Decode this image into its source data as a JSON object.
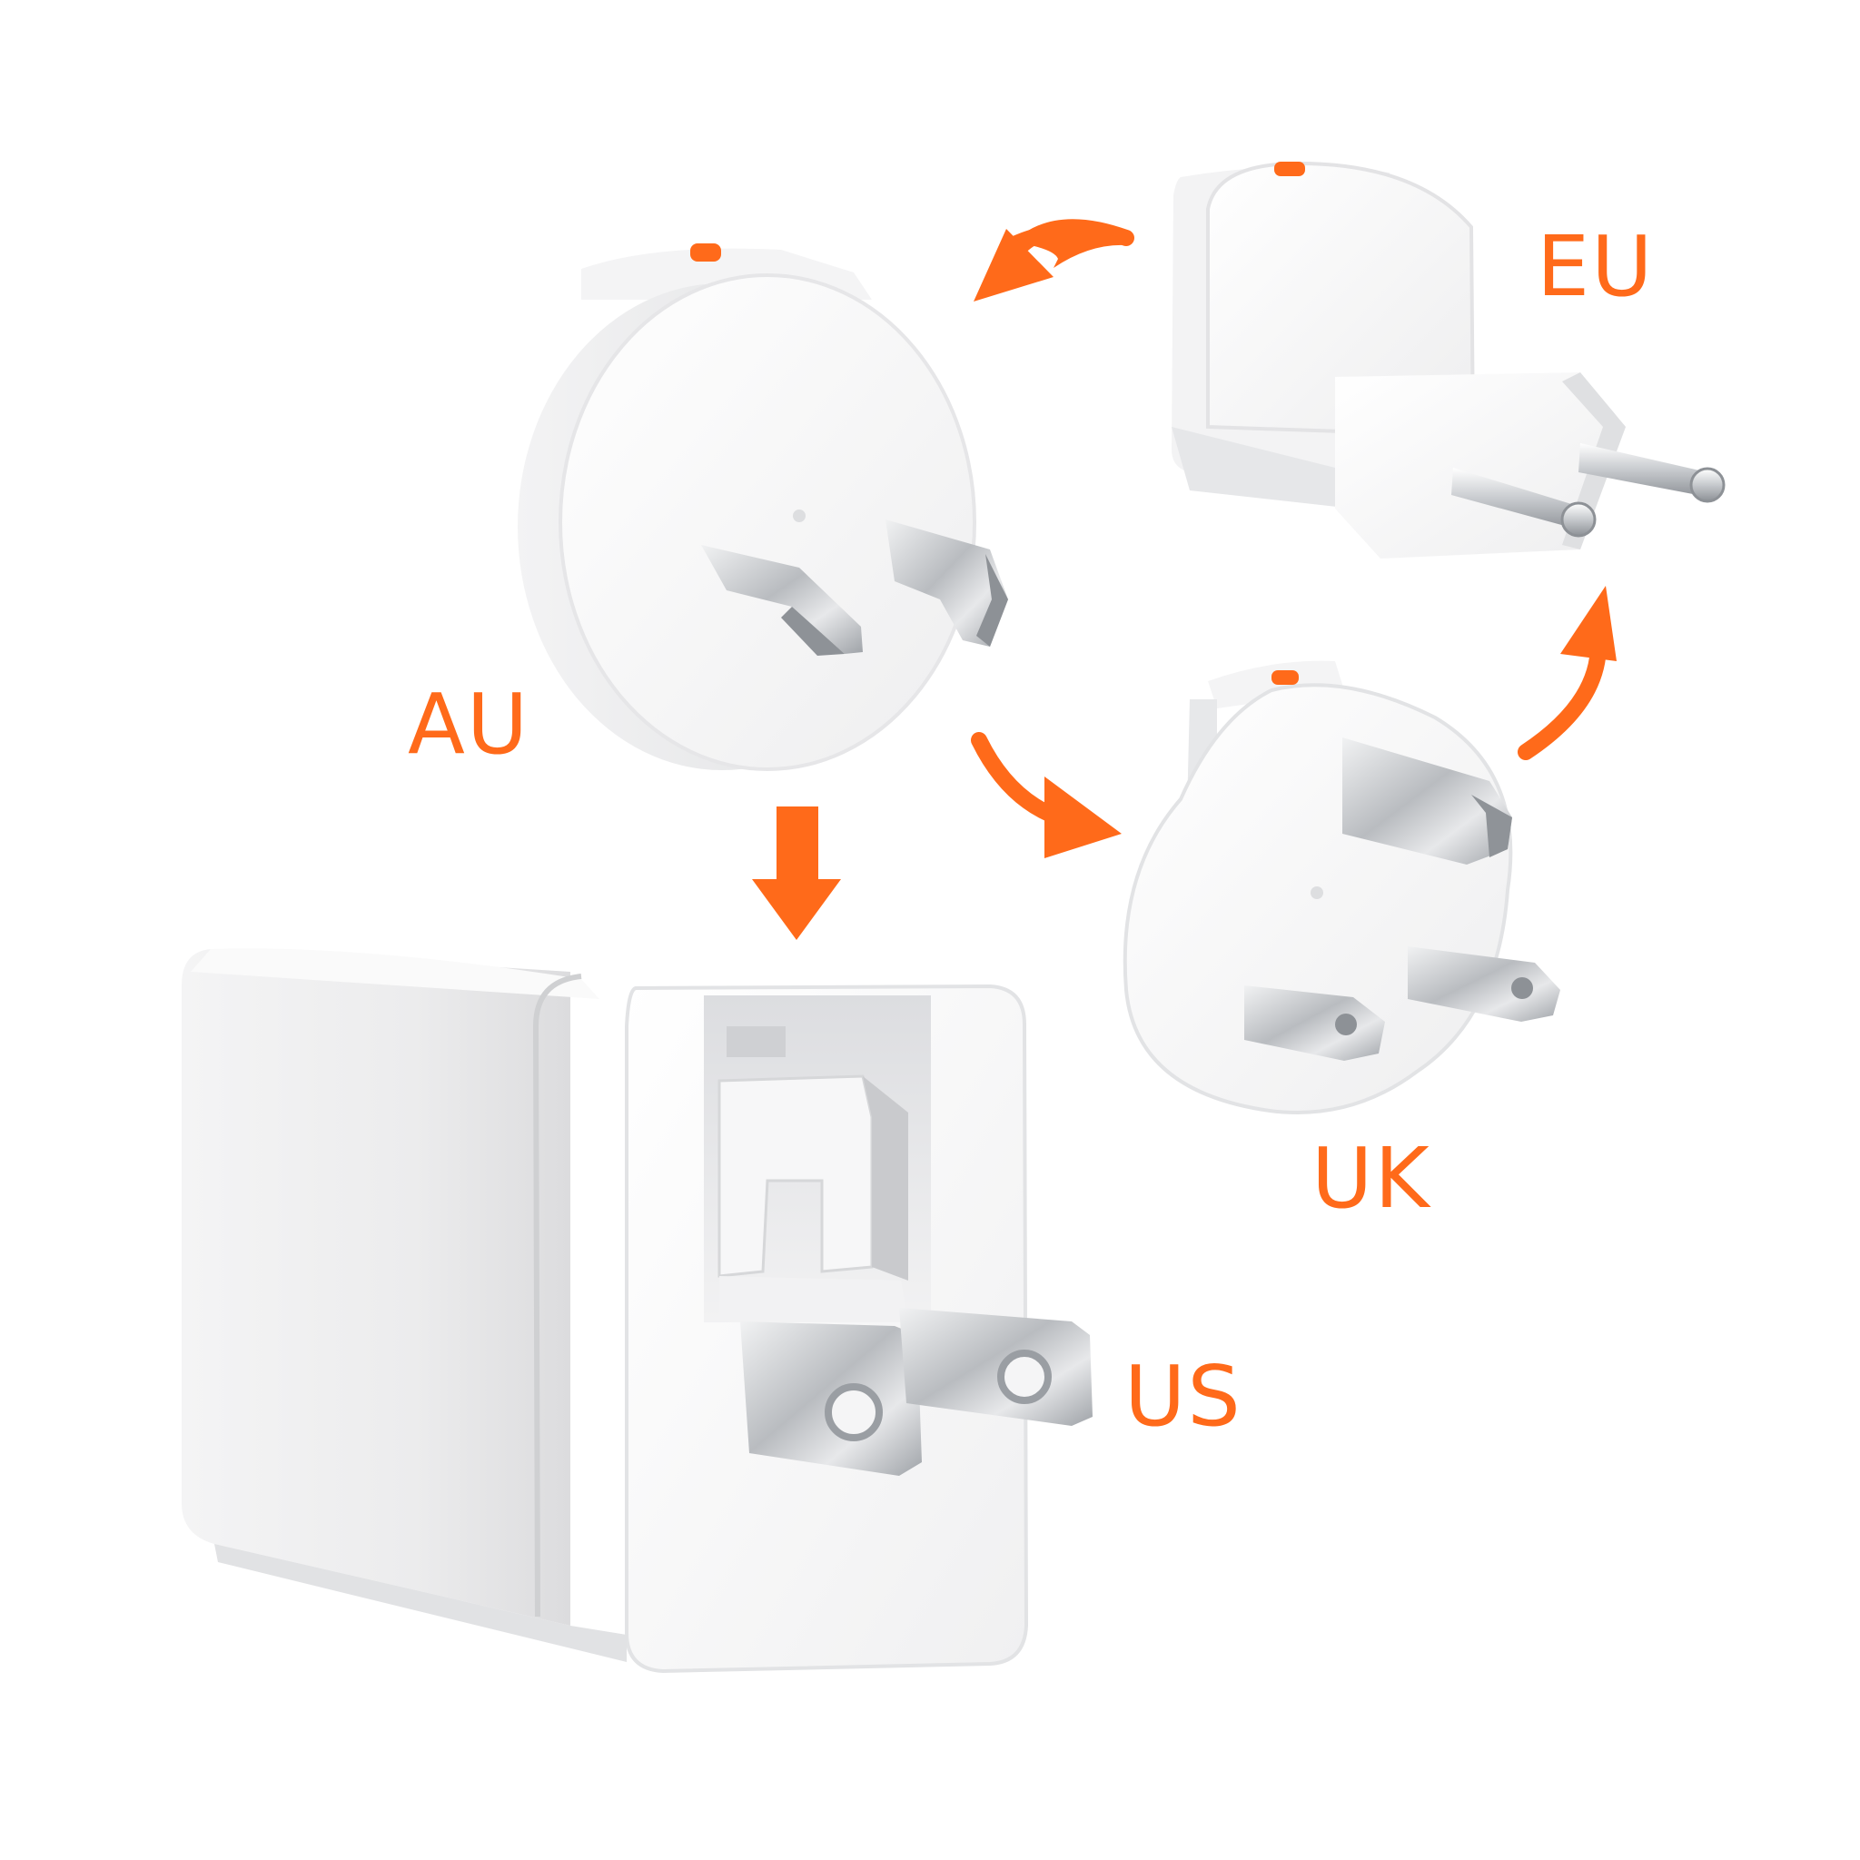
{
  "colors": {
    "accent": "#ff6a1a",
    "plastic": "#ffffff",
    "plastic_shade": "#e9e9ea",
    "plastic_dark": "#d3d4d6",
    "metal": "#bfc2c6"
  },
  "labels": {
    "eu": "EU",
    "au": "AU",
    "uk": "UK",
    "us": "US"
  },
  "icons": {
    "arrow": "curved-arrow-icon",
    "down_arrow": "arrow-down-icon",
    "release_button": "release-button-icon"
  }
}
